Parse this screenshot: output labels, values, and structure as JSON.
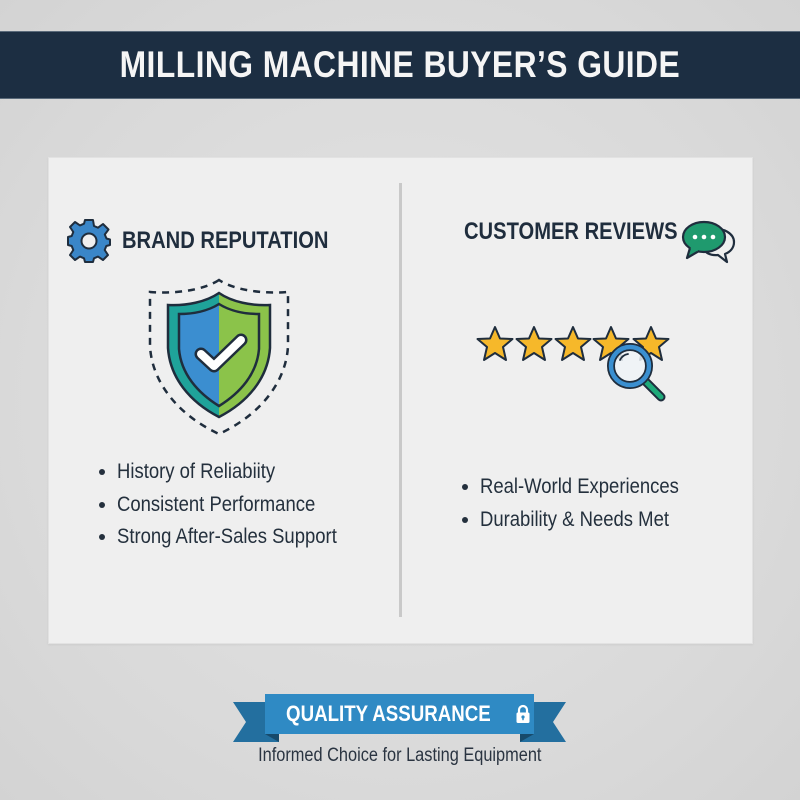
{
  "header": {
    "title": "MILLING MACHINE BUYER’S GUIDE",
    "background_color": "#1c2e42"
  },
  "left_section": {
    "icon": "gear-icon",
    "title": "BRAND REPUTATION",
    "illustration": "shield-checkmark-icon",
    "bullets": [
      "History of Reliabiity",
      "Consistent Performance",
      "Strong After-Sales Support"
    ]
  },
  "right_section": {
    "icon": "chat-bubbles-icon",
    "title": "CUSTOMER REVIEWS",
    "illustration": "star-rating-magnifier-icon",
    "star_count": 5,
    "bullets": [
      "Real-World Experiences",
      "Durability & Needs Met"
    ]
  },
  "footer": {
    "ribbon_label": "QUALITY ASSURANCE",
    "ribbon_icon": "lock-icon",
    "tagline": "Informed Choice for Lasting Equipment"
  },
  "colors": {
    "navy": "#1c2e42",
    "text_dark": "#1f2d3d",
    "gear_blue": "#3a86c8",
    "shield_blue": "#3b8ed0",
    "shield_green": "#8bc34a",
    "shield_teal": "#1fa39a",
    "chat_green": "#1f9a6e",
    "star_gold": "#f6b82a",
    "ribbon_blue": "#2f8ac4",
    "ribbon_dark": "#1f6694",
    "card_bg": "#efefef",
    "page_bg": "#dcdcdc"
  }
}
